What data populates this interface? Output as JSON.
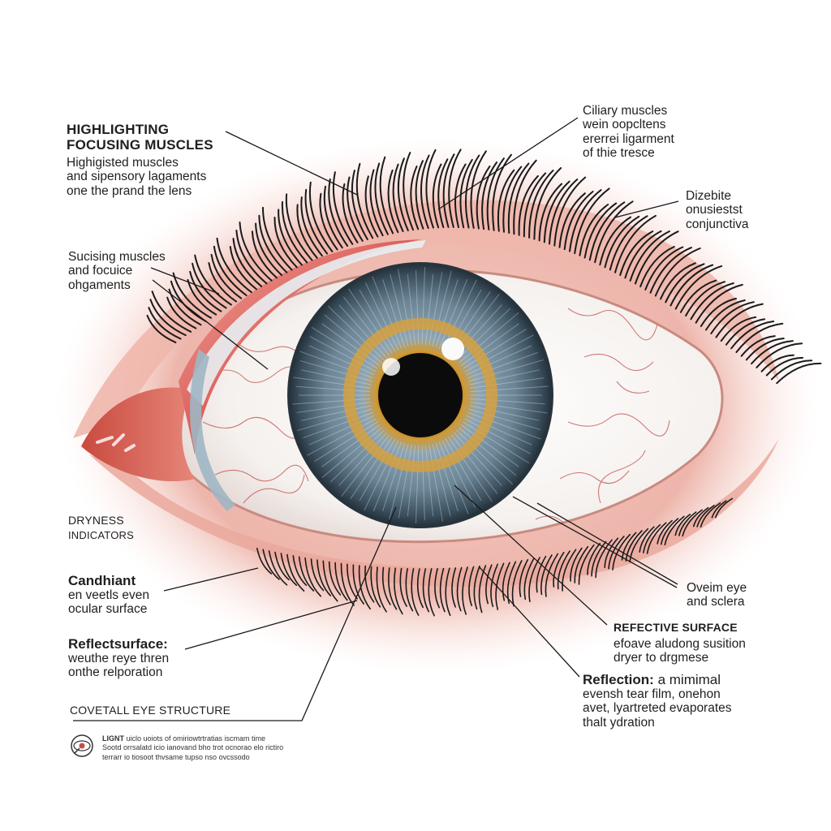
{
  "labels": {
    "highlight": {
      "heading": [
        "HIGHLIGHTING",
        "FOCUSING MUSCLES"
      ],
      "body": [
        "Highigisted muscles",
        "and sipensory lagaments",
        "one the prand the lens"
      ]
    },
    "ciliary": {
      "lines": [
        "Ciliary muscles",
        "wein oopcltens",
        "ererrei ligarment",
        "of thie tresce"
      ]
    },
    "conjunctiva": {
      "lines": [
        "Dizebite",
        "onusiestst",
        "conjunctiva"
      ]
    },
    "sucising": {
      "lines": [
        "Sucising muscles",
        "and focuice",
        "ohgaments"
      ]
    },
    "dryness": {
      "lines": [
        "DRYNESS",
        "INDICATORS"
      ]
    },
    "candhiant": {
      "lines": [
        "Candhiant",
        "en veetls even",
        "ocular surface"
      ]
    },
    "reflectsurface": {
      "lines": [
        "Reflectsurface:",
        "weuthe reye thren",
        "onthe relporation"
      ]
    },
    "overall": {
      "text": "COVETALL EYE STRUCTURE"
    },
    "ovelm": {
      "lines": [
        "Oveim eye",
        "and sclera"
      ]
    },
    "refective": {
      "heading": "REFECTIVE SURFACE",
      "body": [
        "efoave aludong susition",
        "dryer to drgmese"
      ]
    },
    "reflection": {
      "heading": "Reflection:",
      "heading_rest": "a mimimal",
      "body": [
        "evensh tear film, onehon",
        "avet, lyartreted evaporates",
        "thalt ydration"
      ]
    }
  },
  "footer": {
    "icon": "eye-logo-icon",
    "title": "LIGNT",
    "lines": [
      "LIGNT uiclo uoiots of omiriowtrtratias iscmam time",
      "Sootd orrsalatd icio ianovand bho trot ocnorao elo rictiro",
      "terrarr io tiosoot thvsame tupso nso ovcssodo"
    ]
  },
  "colors": {
    "iris_outer": "#3f5566",
    "iris_mid": "#7f9aac",
    "iris_inner_ring": "#c98a2a",
    "pupil": "#0b0b0b",
    "sclera": "#f7f4f1",
    "vessel": "#c0504d",
    "muscle": "#d9534f",
    "skin": "#e8a399",
    "leader": "#1a1a1a"
  }
}
